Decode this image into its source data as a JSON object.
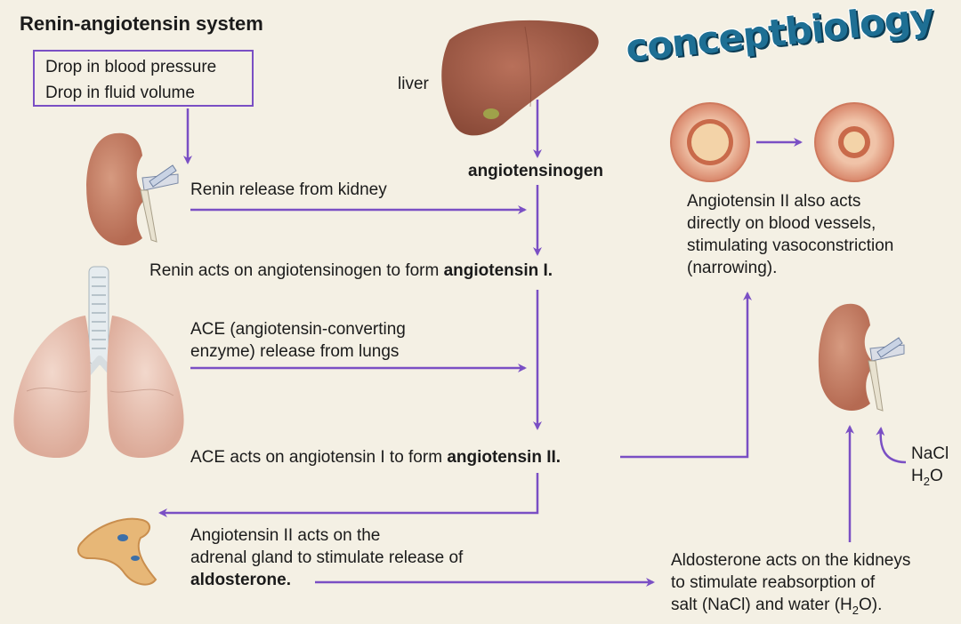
{
  "title": "Renin-angiotensin system",
  "brand": "conceptbiology",
  "trigger": {
    "line1": "Drop in blood pressure",
    "line2": "Drop in fluid volume"
  },
  "organs": {
    "liver_label": "liver"
  },
  "steps": {
    "angiotensinogen": "angiotensinogen",
    "renin_release": "Renin release from kidney",
    "renin_acts_prefix": "Renin acts on angiotensinogen to form ",
    "renin_acts_bold": "angiotensin I.",
    "ace_release_line1": "ACE (angiotensin-converting",
    "ace_release_line2": "enzyme) release from lungs",
    "ace_acts_prefix": "ACE acts on angiotensin I to form ",
    "ace_acts_bold": "angiotensin II.",
    "adrenal_line1": "Angiotensin II acts on the",
    "adrenal_line2": "adrenal gland to stimulate release of",
    "adrenal_bold": "aldosterone.",
    "vessel_line1": "Angiotensin II also acts",
    "vessel_line2": "directly on blood vessels,",
    "vessel_line3": "stimulating vasoconstriction",
    "vessel_line4": "(narrowing).",
    "aldo_line1": "Aldosterone acts on the kidneys",
    "aldo_line2": "to stimulate reabsorption of",
    "aldo_line3_prefix": "salt (NaCl) and water (H",
    "aldo_line3_sub": "2",
    "aldo_line3_suffix": "O).",
    "nacl": "NaCl",
    "h2o_prefix": "H",
    "h2o_sub": "2",
    "h2o_suffix": "O"
  },
  "colors": {
    "arrow": "#7a4fc4",
    "background": "#f4f0e4",
    "brand": "#1e6f94"
  }
}
